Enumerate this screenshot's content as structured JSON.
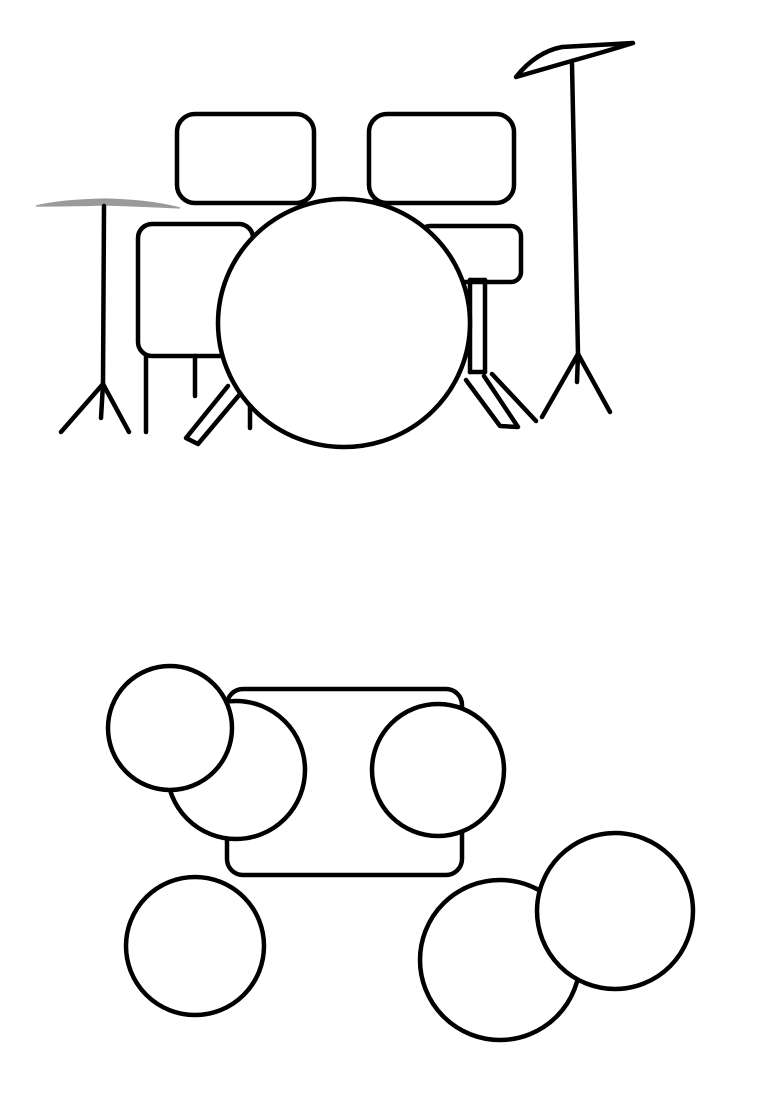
{
  "drawing": {
    "colors": {
      "ink": "#000000",
      "paper": "#ffffff",
      "cymbal_gray": "#9a9a9a"
    },
    "front_view": {
      "parts": [
        "hi-hat",
        "crash-cymbal",
        "rack-tom-left",
        "rack-tom-right",
        "floor-tom-left",
        "floor-tom-right",
        "bass-drum"
      ]
    },
    "top_view": {
      "parts": [
        "hi-hat",
        "snare",
        "bass-drum",
        "rack-tom",
        "crash-cymbal",
        "floor-tom",
        "ride-cymbal"
      ]
    }
  }
}
